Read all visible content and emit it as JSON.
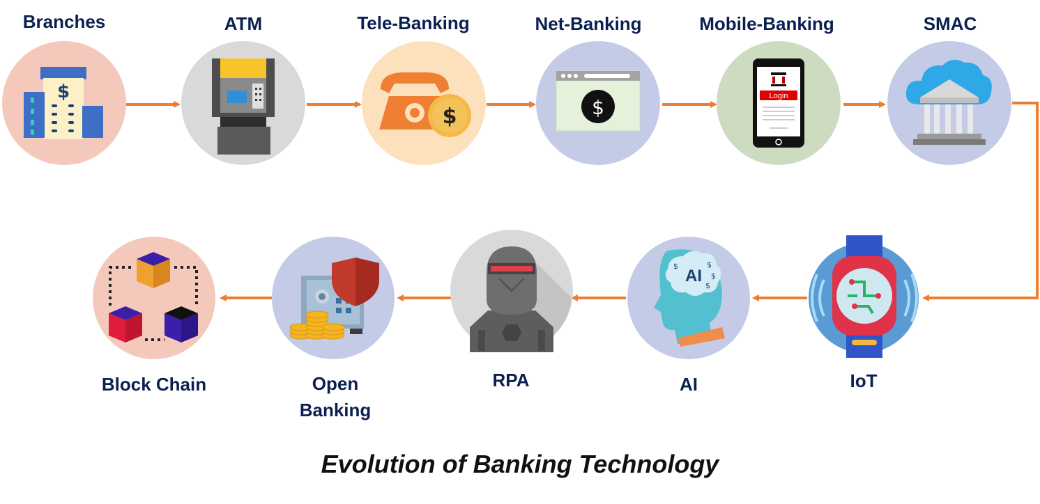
{
  "caption": "Evolution of Banking Technology",
  "stages": [
    {
      "label": "Branches",
      "icon": "bank-building-icon",
      "bg": "#f4c9bc"
    },
    {
      "label": "ATM",
      "icon": "atm-machine-icon",
      "bg": "#d9d9d9"
    },
    {
      "label": "Tele-Banking",
      "icon": "telephone-dollar-icon",
      "bg": "#fde1bc"
    },
    {
      "label": "Net-Banking",
      "icon": "browser-dollar-icon",
      "bg": "#c3cbe6"
    },
    {
      "label": "Mobile-Banking",
      "icon": "smartphone-login-icon",
      "bg": "#cddcc1"
    },
    {
      "label": "SMAC",
      "icon": "cloud-bank-icon",
      "bg": "#c3cbe6"
    },
    {
      "label": "IoT",
      "icon": "smartwatch-circuit-icon",
      "bg": "#5b9bd5"
    },
    {
      "label": "AI",
      "icon": "head-ai-icon",
      "bg": "#c3cbe6"
    },
    {
      "label": "RPA",
      "icon": "robot-icon",
      "bg": "#d9d9d9"
    },
    {
      "label": "Open Banking",
      "icon": "vault-coins-shield-icon",
      "bg": "#c3cbe6"
    },
    {
      "label": "Block Chain",
      "icon": "blocks-chain-icon",
      "bg": "#f4c9bc"
    }
  ],
  "colors": {
    "arrow": "#ed7d31",
    "label": "#0b2050"
  }
}
